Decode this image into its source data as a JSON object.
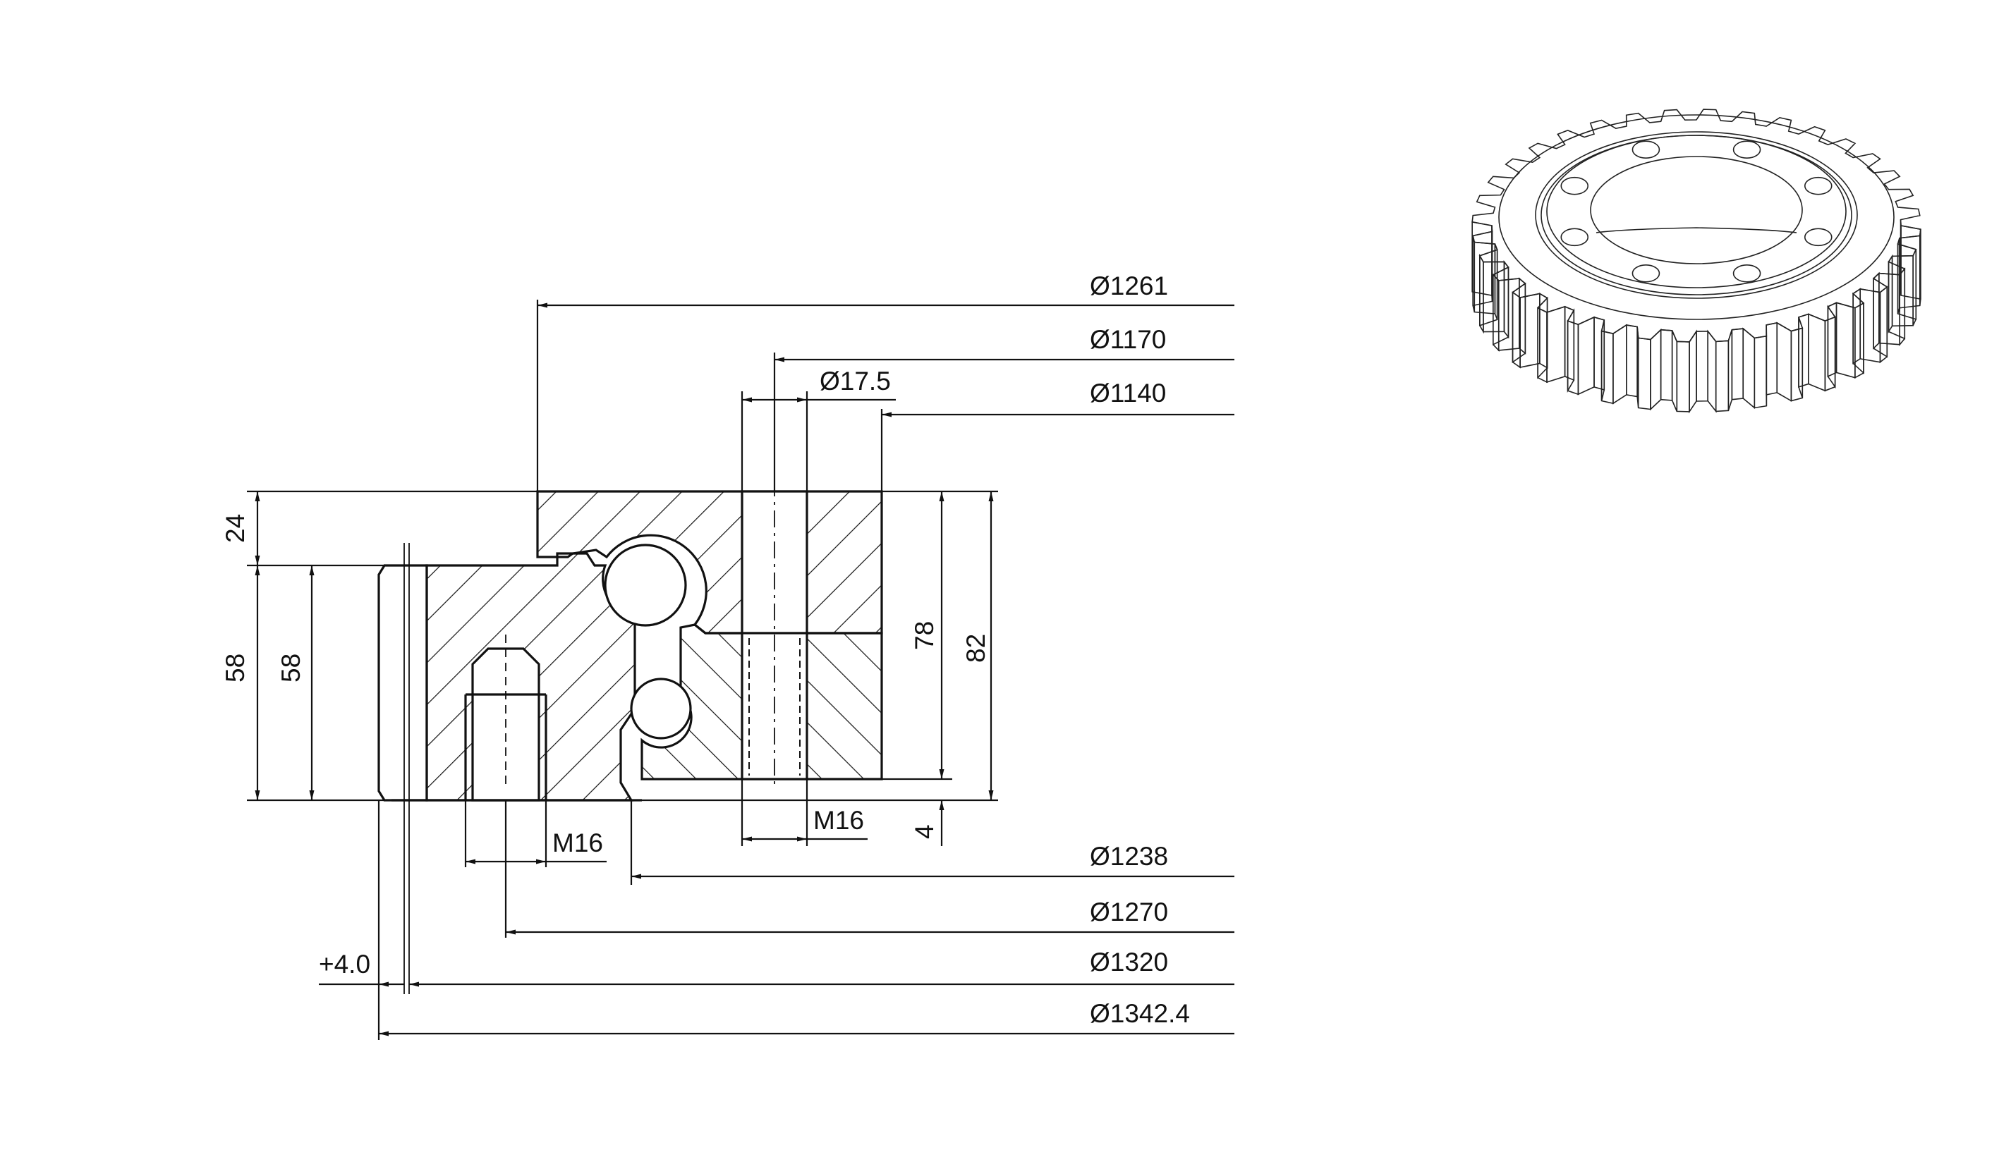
{
  "drawing": {
    "labels": {
      "d1261": "Ø1261",
      "d1170": "Ø1170",
      "d17_5": "Ø17.5",
      "d1140": "Ø1140",
      "d1238": "Ø1238",
      "d1270": "Ø1270",
      "d1320": "Ø1320",
      "d1342": "Ø1342.4",
      "tol": "+4.0",
      "m16_left": "M16",
      "m16_right": "M16",
      "h24": "24",
      "h58_outer": "58",
      "h58_inner": "58",
      "h78": "78",
      "h82": "82",
      "h4": "4"
    },
    "iso_view": {
      "teeth_count": 36,
      "bolt_holes": 8
    },
    "colors": {
      "line": "#111111",
      "background": "#ffffff"
    }
  }
}
